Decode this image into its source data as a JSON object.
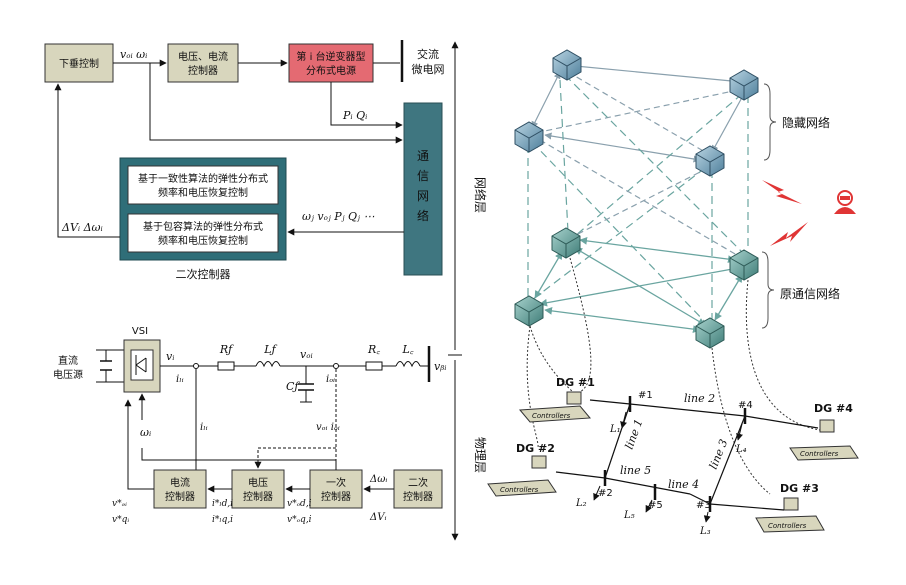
{
  "colors": {
    "ctrl_box": "#d8d6bd",
    "inverter_box": "#e46a72",
    "comm_bar": "#3f7680",
    "secondary_panel": "#2f6e78",
    "node_blue": "#5d8fae",
    "node_teal": "#4f8a86",
    "line_grey": "#8aa0ad",
    "line_teal": "#6aa5a0",
    "attack": "#e03535"
  },
  "top_left": {
    "droop_label": "下垂控制",
    "vi_label": "vₒᵢ  ωᵢ",
    "vcc_line1": "电压、电流",
    "vcc_line2": "控制器",
    "inv_line1": "第 i 台逆变器型",
    "inv_line2": "分布式电源",
    "ac_line1": "交流",
    "ac_line2": "微电网",
    "pq_label": "Pᵢ  Qᵢ",
    "comm_chars": [
      "通",
      "信",
      "网",
      "络"
    ],
    "sec_box1_line1": "基于一致性算法的弹性分布式",
    "sec_box1_line2": "频率和电压恢复控制",
    "sec_box2_line1": "基于包容算法的弹性分布式",
    "sec_box2_line2": "频率和电压恢复控制",
    "neighbor_label": "ωⱼ  vₒⱼ  Pⱼ  Qⱼ  ⋯",
    "delta_label": "ΔVᵢ  Δωᵢ",
    "secondary_title": "二次控制器"
  },
  "bottom_left": {
    "vsi_label": "VSI",
    "dc_line1": "直流",
    "dc_line2": "电压源",
    "vi": "vᵢ",
    "ili": "iₗᵢ",
    "rf": "Rƒ",
    "lf": "Lƒ",
    "voi": "vₒᵢ",
    "cf": "Cƒ",
    "ioi": "iₒᵢ",
    "rc": "R꜀",
    "lc": "L꜀",
    "vbi": "vᵦᵢ",
    "omega_i": "ωᵢ",
    "ili2": "iₗᵢ",
    "voi_ioi": "vₒᵢ  iₒᵢ",
    "cc_line1": "电流",
    "cc_line2": "控制器",
    "vc_line1": "电压",
    "vc_line2": "控制器",
    "pc_line1": "一次",
    "pc_line2": "控制器",
    "sc_line1": "二次",
    "sc_line2": "控制器",
    "vdi": "v*ₔᵢ",
    "vqi": "v*qᵢ",
    "ild": "i*ₗd,i",
    "ilq": "i*ₗq,i",
    "vod": "v*ₒd,i",
    "voq": "v*ₒq,i",
    "delta_omega": "Δωᵢ",
    "delta_v": "ΔVᵢ"
  },
  "layers": {
    "network": "网络层",
    "physical": "物理层"
  },
  "right": {
    "hidden_network": "隐藏网络",
    "orig_network": "原通信网络",
    "dg1": "DG #1",
    "dg2": "DG #2",
    "dg3": "DG #3",
    "dg4": "DG #4",
    "controllers": "Controllers",
    "bus1": "#1",
    "bus2": "#2",
    "bus3": "#3",
    "bus4": "#4",
    "bus5": "#5",
    "line1": "line 1",
    "line2": "line 2",
    "line3": "line 3",
    "line4": "line 4",
    "line5": "line 5",
    "l1": "L₁",
    "l2": "L₂",
    "l3": "L₃",
    "l4": "L₄",
    "l5": "L₅"
  }
}
